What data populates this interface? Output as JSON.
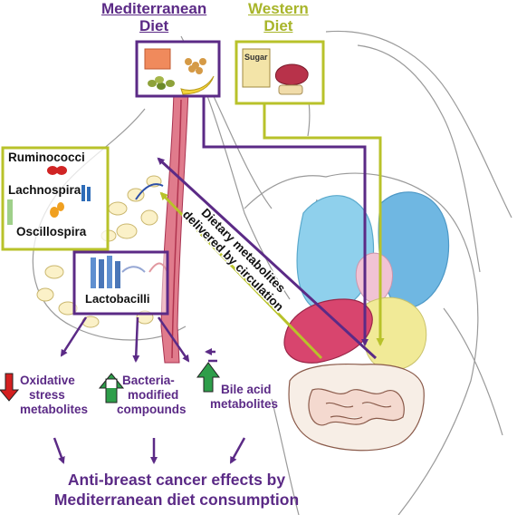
{
  "diets": {
    "mediterranean": {
      "line1": "Mediterranean",
      "line2": "Diet"
    },
    "western": {
      "line1": "Western",
      "line2": "Diet",
      "sugar_label": "Sugar"
    }
  },
  "bacteria": {
    "box_items": [
      "Ruminococci",
      "Lachnospira",
      "Oscillospira"
    ],
    "lactobacilli": "Lactobacilli"
  },
  "circulation_label": {
    "line1": "Dietary metabolites",
    "line2": "delivered by circulation"
  },
  "effects": [
    {
      "lines": [
        "Oxidative",
        "stress",
        "metabolites"
      ],
      "direction": "down"
    },
    {
      "lines": [
        "Bacteria-",
        "modified",
        "compounds"
      ],
      "direction": "up"
    },
    {
      "lines": [
        "Bile acid",
        "metabolites"
      ],
      "direction": "up"
    }
  ],
  "conclusion": {
    "line1": "Anti-breast cancer effects by",
    "line2": "Mediterranean diet consumption"
  },
  "colors": {
    "purple": "#5b2a86",
    "olive": "#b8c22a",
    "arrow_up": "#2e9e4a",
    "arrow_down": "#d42020",
    "liver": "#d64068",
    "lungs": "#7ec3e6",
    "stomach": "#ece48a",
    "artery": "#d9526b"
  }
}
